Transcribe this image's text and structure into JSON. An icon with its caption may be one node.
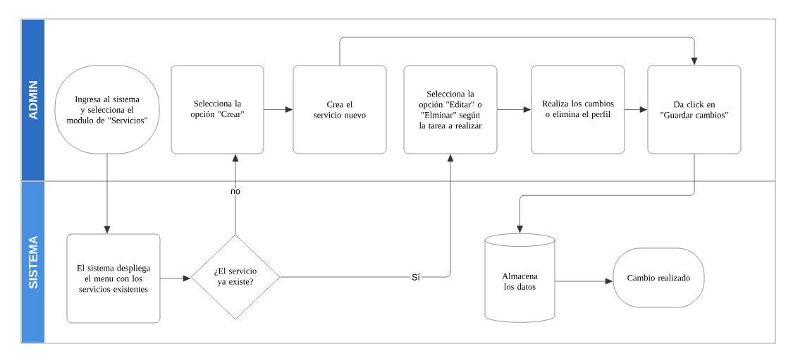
{
  "diagram": {
    "nodes": [
      {
        "text": [
          "ADMIN"
        ]
      },
      {
        "text": [
          "Ingresa al sistema y selecciona el modulo de \"Servicios\""
        ],
        "in": 0
      },
      {
        "text": [
          "Selecciona la opción \"Crear\""
        ],
        "in": 0
      },
      {
        "text": [
          "Crea el servicio nuevo"
        ],
        "in": 0
      },
      {
        "text": [
          "Selecciona la opción \"Editar\" o \"Elminar\" según la tarea a realizar"
        ],
        "in": 0
      },
      {
        "text": [
          "Realiza los cambios o elimina el perfil"
        ],
        "in": 0
      },
      {
        "text": [
          "Da click en \"Guardar cambios\""
        ],
        "in": 0
      },
      {
        "text": [
          "SISTEMA"
        ]
      },
      {
        "text": [
          "El sistema despliega el menu con los servicios existentes"
        ],
        "in": 7
      },
      {
        "text": [
          "¿El servicio ya existe?"
        ],
        "in": 7
      },
      {
        "text": [
          "Almacena los datos"
        ],
        "in": 7
      },
      {
        "text": [
          "Cambio realizado"
        ],
        "in": 7
      }
    ],
    "edges": [
      {
        "from": 1,
        "to": 8,
        "arrow": "to"
      },
      {
        "from": 8,
        "to": 9,
        "arrow": "to"
      },
      {
        "from": 9,
        "to": 2,
        "arrow": "to",
        "label": "no"
      },
      {
        "from": 9,
        "to": 4,
        "arrow": "to",
        "label": "Sí"
      },
      {
        "from": 2,
        "to": 3,
        "arrow": "to"
      },
      {
        "from": 3,
        "to": 6,
        "arrow": "to"
      },
      {
        "from": 4,
        "to": 5,
        "arrow": "to"
      },
      {
        "from": 5,
        "to": 6,
        "arrow": "to"
      },
      {
        "from": 6,
        "to": 10,
        "arrow": "to"
      },
      {
        "from": 10,
        "to": 11,
        "arrow": "to"
      }
    ]
  }
}
